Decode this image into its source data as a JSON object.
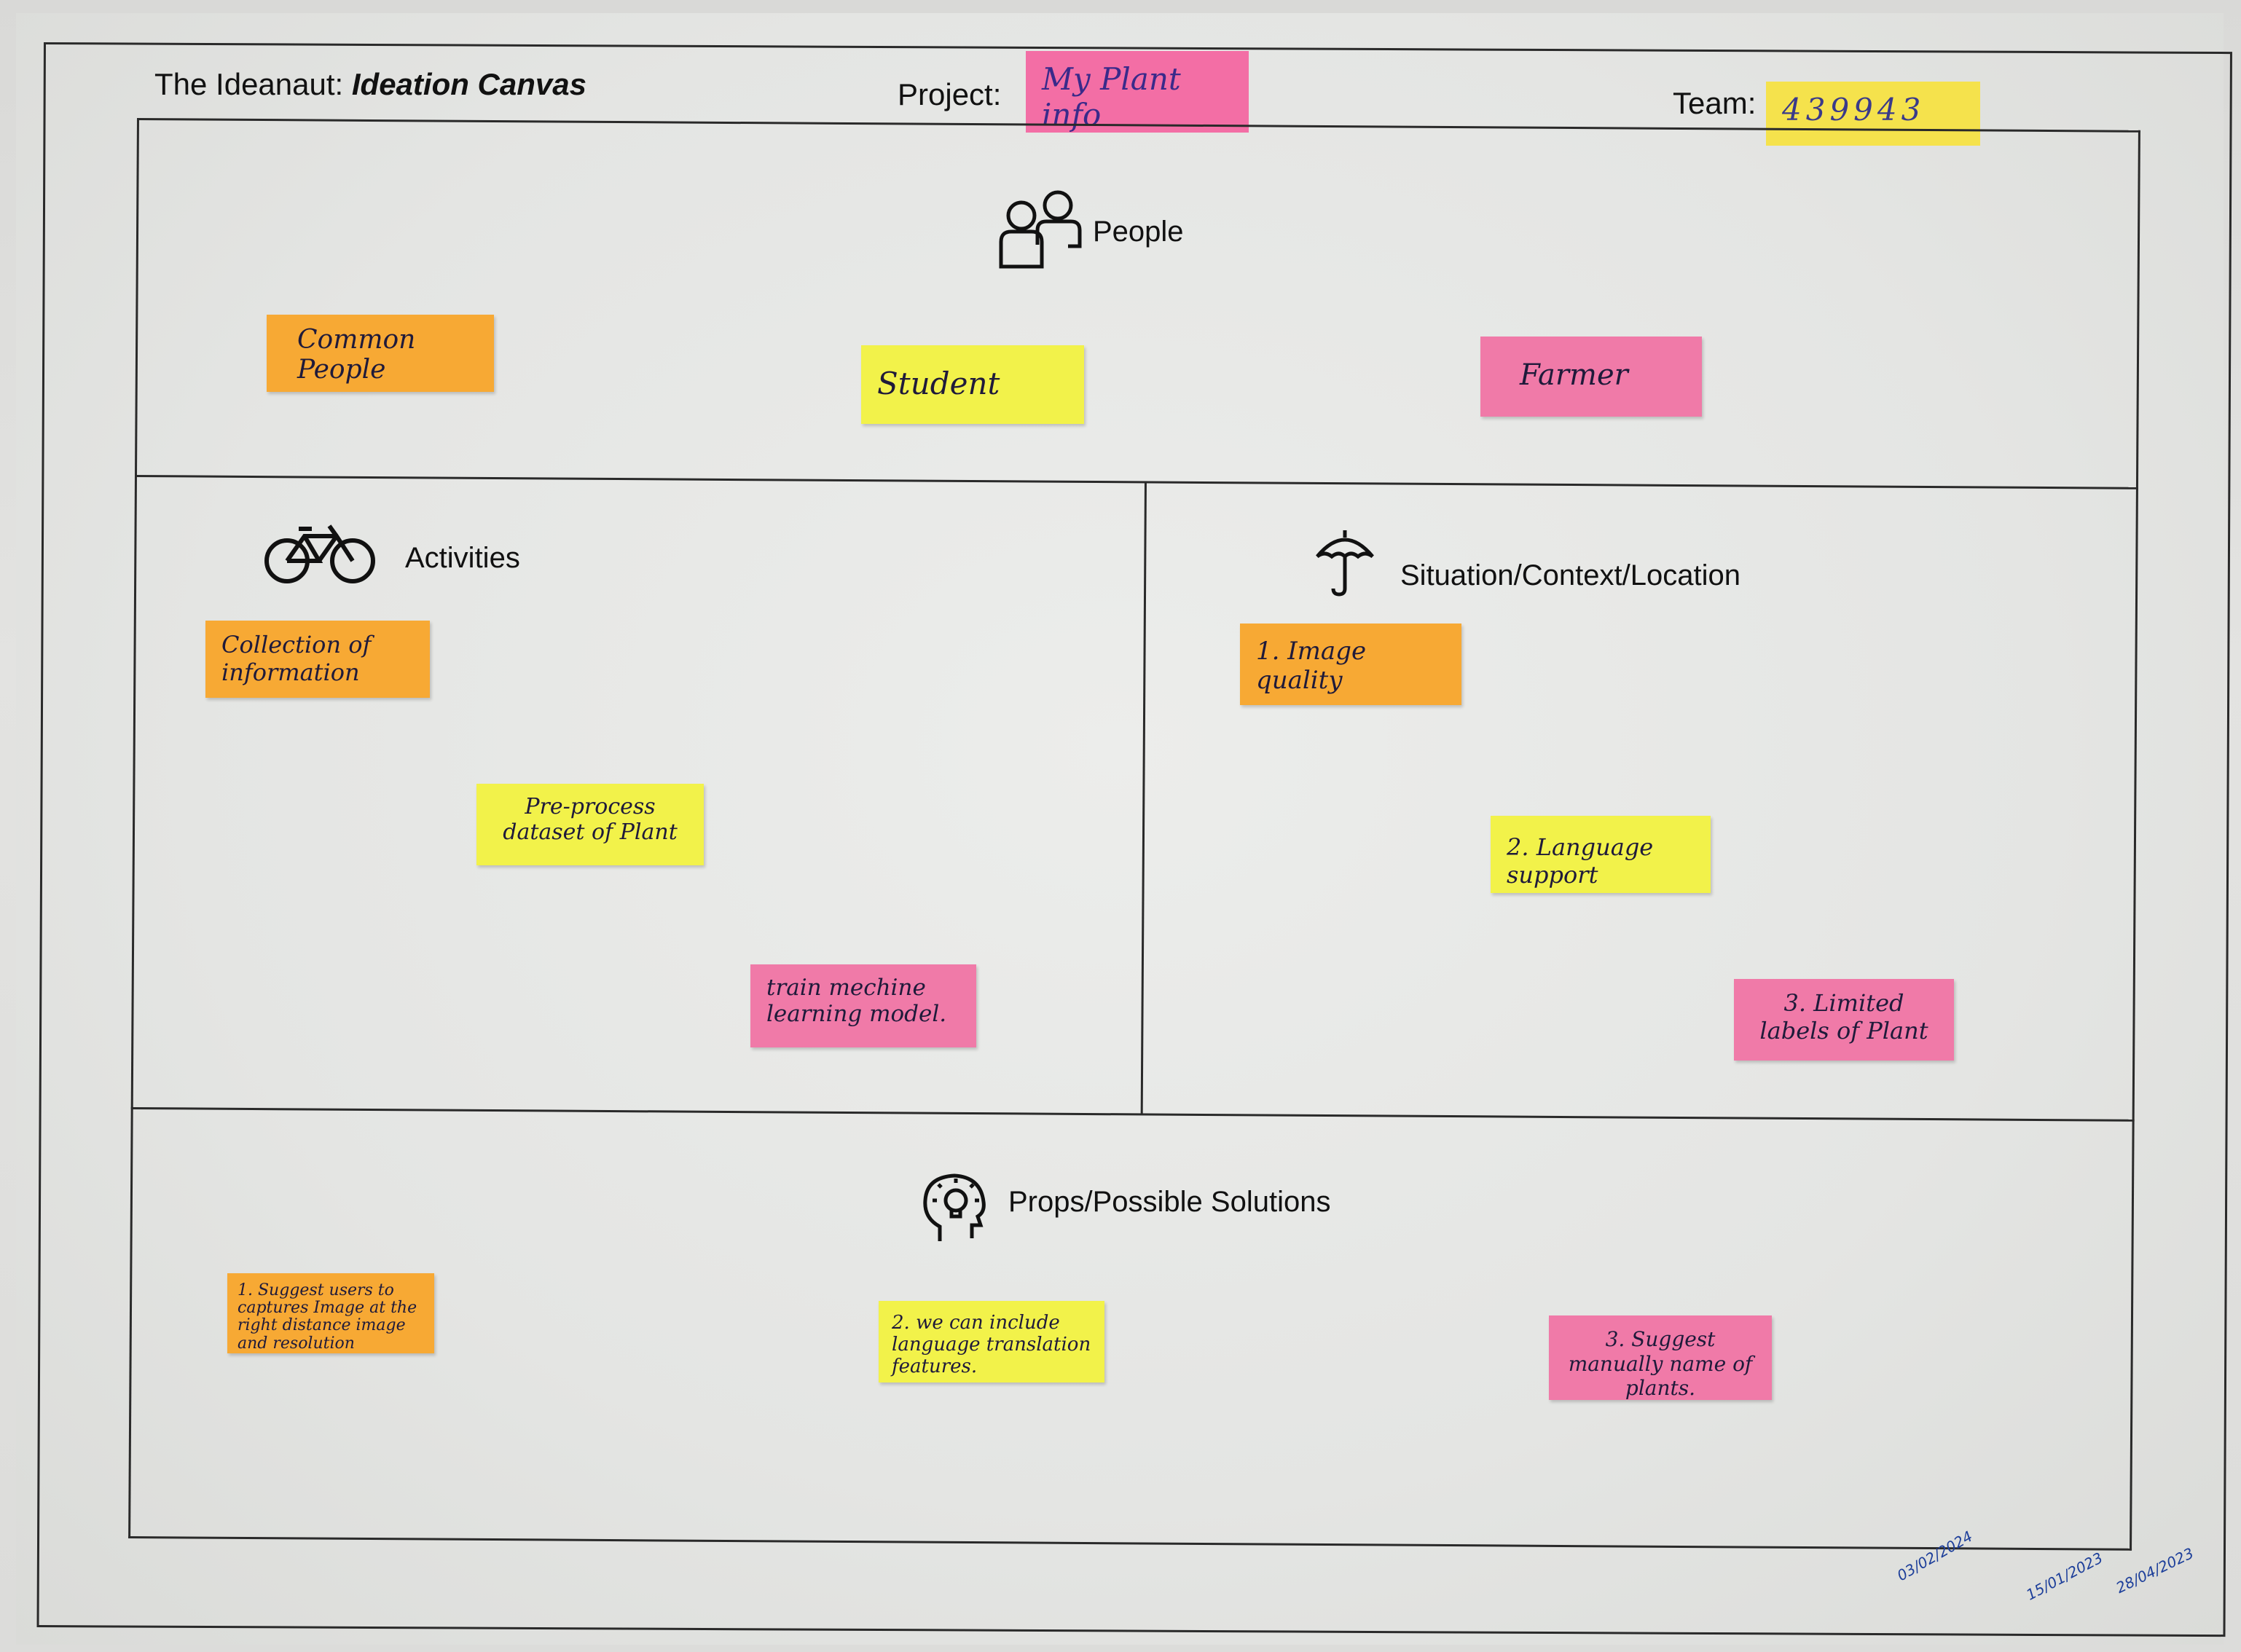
{
  "header": {
    "brand": "The Ideanaut:",
    "brand_bold": "Ideation Canvas",
    "project_label": "Project:",
    "project_value": "My Plant info",
    "team_label": "Team:",
    "team_value": "439943"
  },
  "sections": {
    "people": {
      "title": "People",
      "notes": [
        "Common People",
        "Student",
        "Farmer"
      ]
    },
    "activities": {
      "title": "Activities",
      "notes": [
        "Collection of information",
        "Pre-process dataset of Plant",
        "train mechine learning model."
      ]
    },
    "situation": {
      "title": "Situation/Context/Location",
      "notes": [
        "1. Image quality",
        "2. Language support",
        "3. Limited labels of Plant"
      ]
    },
    "props": {
      "title": "Props/Possible Solutions",
      "notes": [
        "1. Suggest users to captures Image at the right distance image and resolution",
        "2. we can include language translation features.",
        "3. Suggest manually name of plants."
      ]
    }
  },
  "stamps": [
    "03/02/2024",
    "15/01/2023",
    "28/04/2023"
  ],
  "colors": {
    "orange": "#f7a934",
    "yellow": "#f2f24a",
    "pink": "#f07aa8"
  },
  "icons": [
    "people-icon",
    "bicycle-icon",
    "umbrella-icon",
    "lightbulb-head-icon"
  ]
}
